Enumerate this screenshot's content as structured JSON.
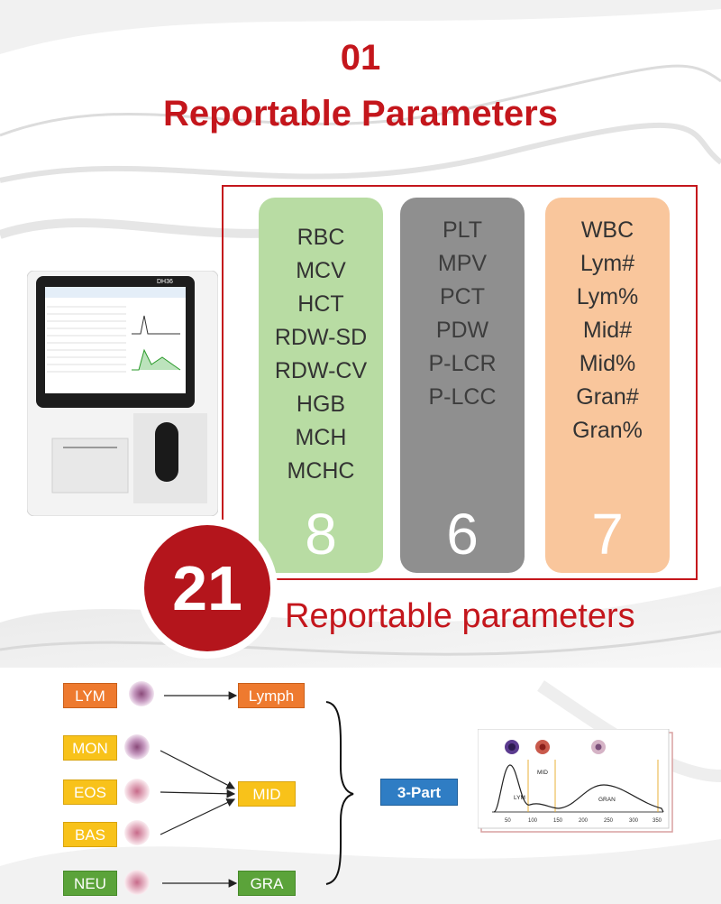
{
  "header": {
    "number": "01",
    "title": "Reportable Parameters"
  },
  "device": {
    "model": "DH36"
  },
  "columns": [
    {
      "items": [
        "RBC",
        "MCV",
        "HCT",
        "RDW-SD",
        "RDW-CV",
        "HGB",
        "MCH",
        "MCHC"
      ],
      "count": "8",
      "color": "#b8dca3"
    },
    {
      "items": [
        "PLT",
        "MPV",
        "PCT",
        "PDW",
        "P-LCR",
        "P-LCC"
      ],
      "count": "6",
      "color": "#8f8f8f"
    },
    {
      "items": [
        "WBC",
        "Lym#",
        "Lym%",
        "Mid#",
        "Mid%",
        "Gran#",
        "Gran%"
      ],
      "count": "7",
      "color": "#f9c69c"
    }
  ],
  "total": {
    "number": "21",
    "label": "Reportable parameters"
  },
  "diagram": {
    "inputs": [
      "LYM",
      "MON",
      "EOS",
      "BAS",
      "NEU"
    ],
    "outputs": [
      "Lymph",
      "MID",
      "GRA"
    ],
    "method": "3-Part",
    "histogram": {
      "labels": [
        "LYM",
        "MID",
        "GRAN"
      ],
      "ticks": [
        "50",
        "100",
        "150",
        "200",
        "250",
        "300",
        "350"
      ]
    }
  },
  "colors": {
    "accent": "#c4161c",
    "orange": "#ee7a2f",
    "yellow": "#f8c21a",
    "green": "#5ba33a",
    "blue": "#2f7dc4"
  }
}
